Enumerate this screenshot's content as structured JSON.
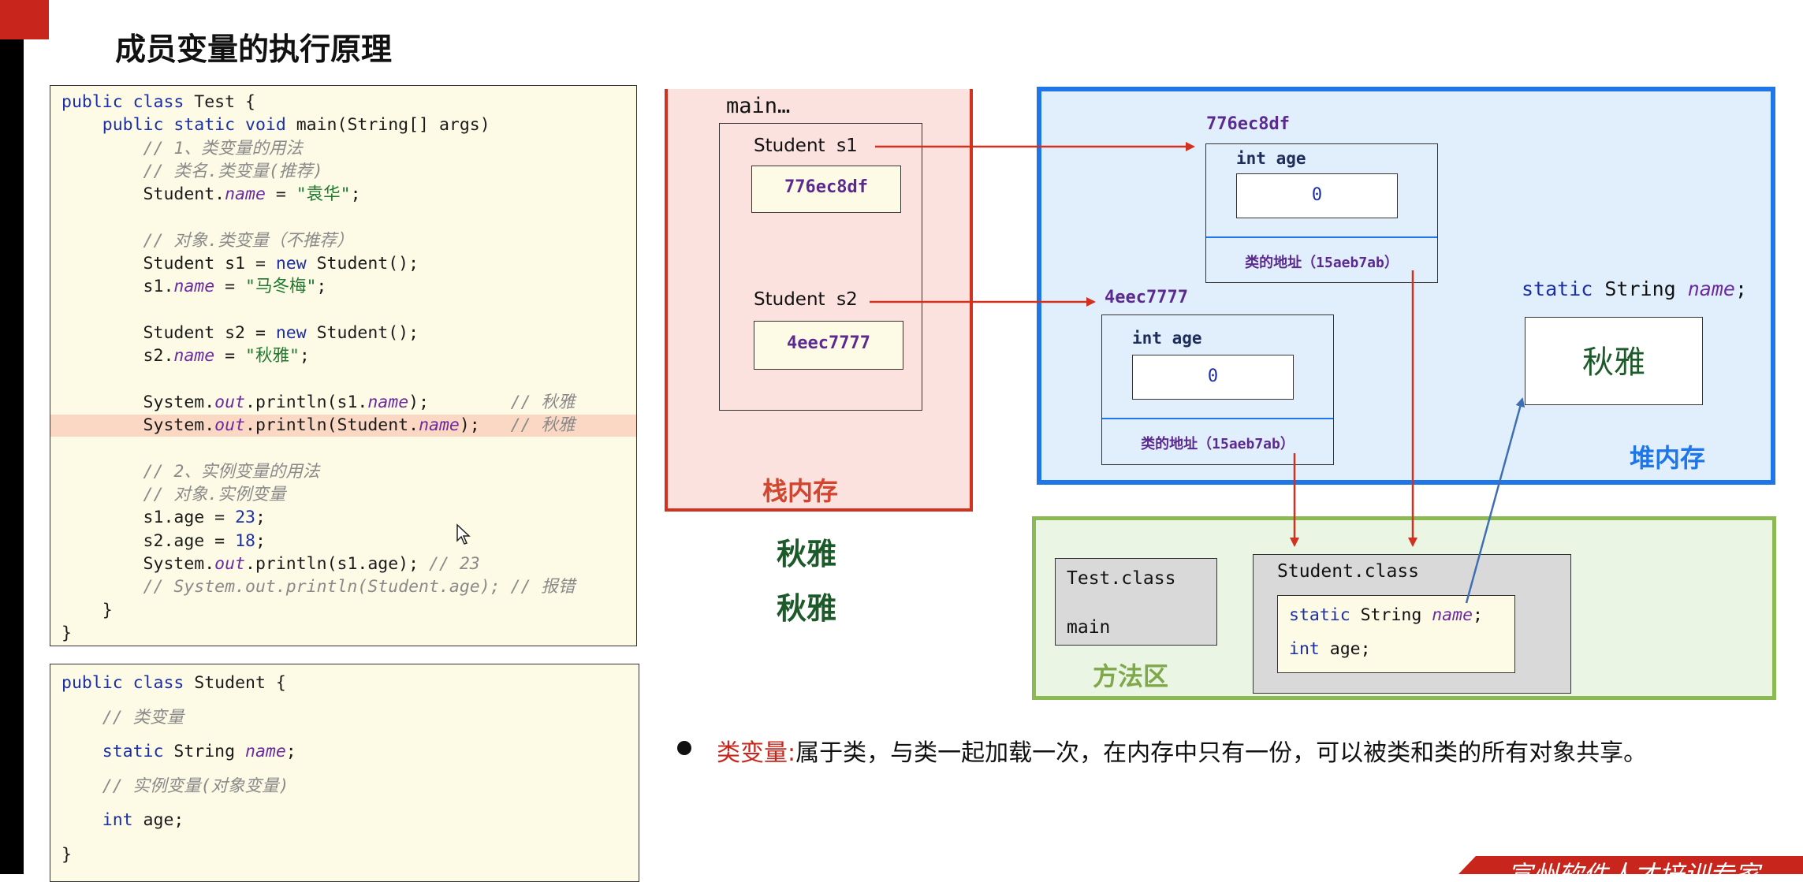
{
  "title": "成员变量的执行原理",
  "code_test": {
    "lines": [
      {
        "segs": [
          {
            "t": "public class",
            "c": "kw"
          },
          {
            "t": " Test {",
            "c": ""
          }
        ]
      },
      {
        "segs": [
          {
            "t": "    public static void",
            "c": "kw"
          },
          {
            "t": " main(String[] args)",
            "c": ""
          }
        ]
      },
      {
        "segs": [
          {
            "t": "        // 1、类变量的用法",
            "c": "cm"
          }
        ]
      },
      {
        "segs": [
          {
            "t": "        // 类名.类变量(推荐)",
            "c": "cm"
          }
        ]
      },
      {
        "segs": [
          {
            "t": "        Student.",
            "c": ""
          },
          {
            "t": "name",
            "c": "it"
          },
          {
            "t": " = ",
            "c": ""
          },
          {
            "t": "\"袁华\"",
            "c": "st"
          },
          {
            "t": ";",
            "c": ""
          }
        ]
      },
      {
        "segs": [
          {
            "t": "",
            "c": ""
          }
        ]
      },
      {
        "segs": [
          {
            "t": "        // 对象.类变量（不推荐）",
            "c": "cm"
          }
        ]
      },
      {
        "segs": [
          {
            "t": "        Student s1 = ",
            "c": ""
          },
          {
            "t": "new",
            "c": "kw"
          },
          {
            "t": " Student();",
            "c": ""
          }
        ]
      },
      {
        "segs": [
          {
            "t": "        s1.",
            "c": ""
          },
          {
            "t": "name",
            "c": "it"
          },
          {
            "t": " = ",
            "c": ""
          },
          {
            "t": "\"马冬梅\"",
            "c": "st"
          },
          {
            "t": ";",
            "c": ""
          }
        ]
      },
      {
        "segs": [
          {
            "t": "",
            "c": ""
          }
        ]
      },
      {
        "segs": [
          {
            "t": "        Student s2 = ",
            "c": ""
          },
          {
            "t": "new",
            "c": "kw"
          },
          {
            "t": " Student();",
            "c": ""
          }
        ]
      },
      {
        "segs": [
          {
            "t": "        s2.",
            "c": ""
          },
          {
            "t": "name",
            "c": "it"
          },
          {
            "t": " = ",
            "c": ""
          },
          {
            "t": "\"秋雅\"",
            "c": "st"
          },
          {
            "t": ";",
            "c": ""
          }
        ]
      },
      {
        "segs": [
          {
            "t": "",
            "c": ""
          }
        ]
      },
      {
        "segs": [
          {
            "t": "        System.",
            "c": ""
          },
          {
            "t": "out",
            "c": "it"
          },
          {
            "t": ".println(s1.",
            "c": ""
          },
          {
            "t": "name",
            "c": "it"
          },
          {
            "t": ");        ",
            "c": ""
          },
          {
            "t": "// 秋雅",
            "c": "cm"
          }
        ]
      },
      {
        "segs": [
          {
            "t": "        System.",
            "c": ""
          },
          {
            "t": "out",
            "c": "it"
          },
          {
            "t": ".println(Student.",
            "c": ""
          },
          {
            "t": "name",
            "c": "it"
          },
          {
            "t": ");   ",
            "c": ""
          },
          {
            "t": "// 秋雅",
            "c": "cm"
          }
        ],
        "hl": true
      },
      {
        "segs": [
          {
            "t": "",
            "c": ""
          }
        ]
      },
      {
        "segs": [
          {
            "t": "        // 2、实例变量的用法",
            "c": "cm"
          }
        ]
      },
      {
        "segs": [
          {
            "t": "        // 对象.实例变量",
            "c": "cm"
          }
        ]
      },
      {
        "segs": [
          {
            "t": "        s1.age = ",
            "c": ""
          },
          {
            "t": "23",
            "c": "nm"
          },
          {
            "t": ";",
            "c": ""
          }
        ]
      },
      {
        "segs": [
          {
            "t": "        s2.age = ",
            "c": ""
          },
          {
            "t": "18",
            "c": "nm"
          },
          {
            "t": ";",
            "c": ""
          }
        ]
      },
      {
        "segs": [
          {
            "t": "        System.",
            "c": ""
          },
          {
            "t": "out",
            "c": "it"
          },
          {
            "t": ".println(s1.age); ",
            "c": ""
          },
          {
            "t": "// 23",
            "c": "cm"
          }
        ]
      },
      {
        "segs": [
          {
            "t": "        // System.out.println(Student.age); // 报错",
            "c": "cm"
          }
        ]
      },
      {
        "segs": [
          {
            "t": "    }",
            "c": ""
          }
        ]
      },
      {
        "segs": [
          {
            "t": "}",
            "c": ""
          }
        ]
      }
    ]
  },
  "code_student": {
    "lines": [
      {
        "segs": [
          {
            "t": "public class",
            "c": "kw"
          },
          {
            "t": " Student {",
            "c": ""
          }
        ]
      },
      {
        "segs": [
          {
            "t": "    // 类变量",
            "c": "cm"
          }
        ]
      },
      {
        "segs": [
          {
            "t": "    static",
            "c": "kw"
          },
          {
            "t": " String ",
            "c": ""
          },
          {
            "t": "name",
            "c": "it"
          },
          {
            "t": ";",
            "c": ""
          }
        ]
      },
      {
        "segs": [
          {
            "t": "    // 实例变量(对象变量)",
            "c": "cm"
          }
        ]
      },
      {
        "segs": [
          {
            "t": "    int",
            "c": "kw"
          },
          {
            "t": " age;",
            "c": ""
          }
        ]
      },
      {
        "segs": [
          {
            "t": "}",
            "c": ""
          }
        ]
      }
    ]
  },
  "stack": {
    "frame_label": "main…",
    "s1_label": "Student  s1",
    "s1_value": "776ec8df",
    "s2_label": "Student  s2",
    "s2_value": "4eec7777",
    "panel_label": "栈内存",
    "output_1": "秋雅",
    "output_2": "秋雅"
  },
  "heap": {
    "obj1_addr": "776ec8df",
    "obj1_field": "int age",
    "obj1_value": "0",
    "obj1_class_ref": "类的地址（15aeb7ab）",
    "obj2_addr": "4eec7777",
    "obj2_field": "int age",
    "obj2_value": "0",
    "obj2_class_ref": "类的地址（15aeb7ab）",
    "static_decl": {
      "kw": "static",
      "type": " String ",
      "name": "name",
      ";": ";"
    },
    "static_value": "秋雅",
    "panel_label": "堆内存"
  },
  "method_area": {
    "test_class": "Test.class",
    "test_main": "main",
    "student_class": "Student.class",
    "field1": {
      "kw": "static",
      "type": " String ",
      "name": "name",
      "end": ";"
    },
    "field2": {
      "kw": "int",
      "rest": " age;"
    },
    "panel_label": "方法区"
  },
  "note": {
    "term": "类变量:",
    "text": "属于类，与类一起加载一次，在内存中只有一份，可以被类和类的所有对象共享。"
  },
  "footer_text": "宣州软件人才培训专家",
  "colors": {
    "stack_border": "#d2311f",
    "heap_border": "#1e76e8",
    "method_border": "#8cba52",
    "arrow_red": "#d2311f",
    "arrow_blue": "#3f6fb3",
    "label_stack": "#d2462f",
    "label_heap": "#1e76e8",
    "label_method": "#7ea84a",
    "output_green": "#1d5a2a"
  }
}
